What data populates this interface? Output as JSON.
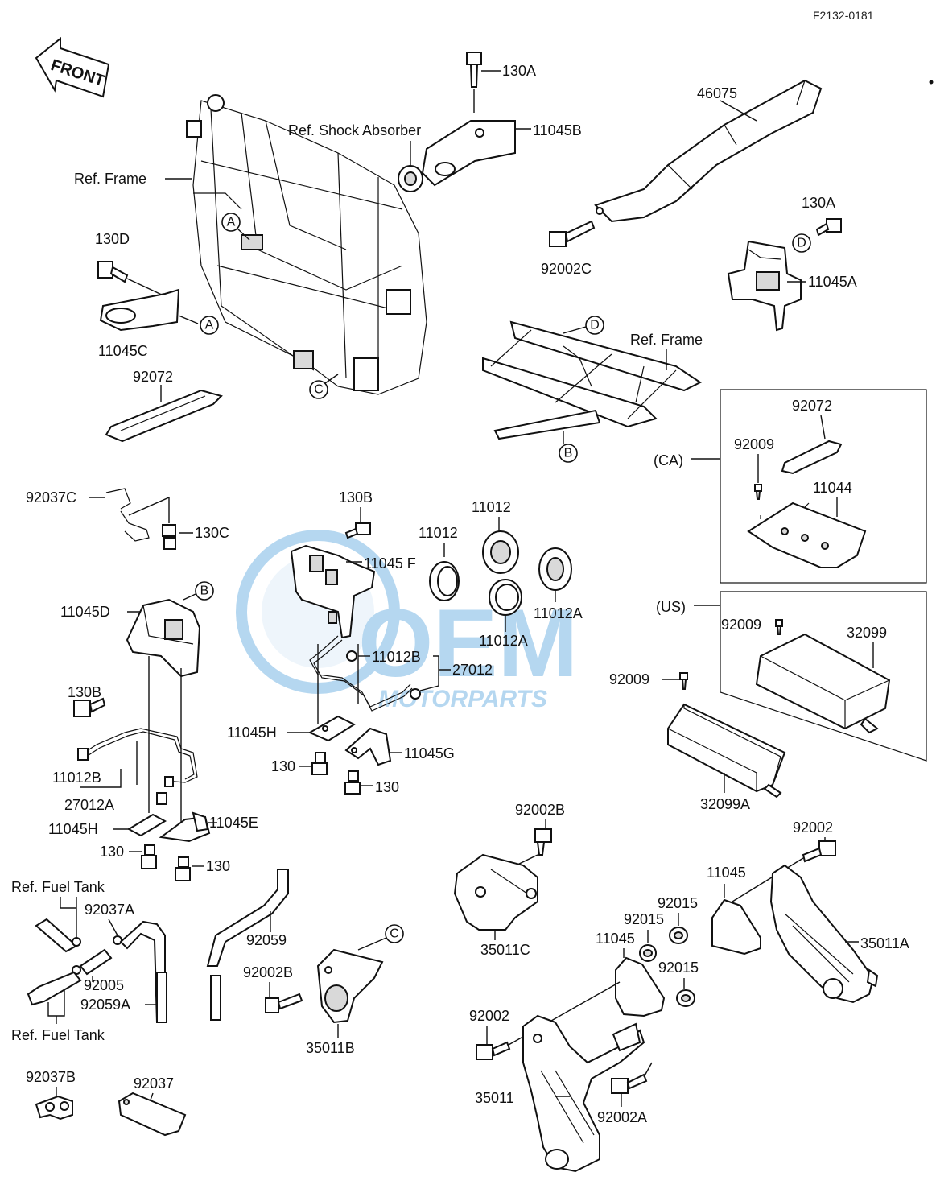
{
  "diagram_code": "F2132-0181",
  "front_arrow": "FRONT",
  "labels": {
    "l130A_top": "130A",
    "ref_shock": "Ref. Shock Absorber",
    "l11045B": "11045B",
    "l46075": "46075",
    "ref_frame_1": "Ref. Frame",
    "l130D": "130D",
    "l11045C": "11045C",
    "l92072_a": "92072",
    "l92002C": "92002C",
    "l130A_r": "130A",
    "l11045A": "11045A",
    "ref_frame_2": "Ref. Frame",
    "l92072_b": "92072",
    "l92009_ca": "92009",
    "ca": "(CA)",
    "l11044": "11044",
    "l92037C": "92037C",
    "l130C": "130C",
    "l130B_top": "130B",
    "l11012_l": "11012",
    "l11012_r": "11012",
    "l11045F": "11045 F",
    "l11012A_r": "11012A",
    "l11012A_b": "11012A",
    "us": "(US)",
    "l92009_us": "92009",
    "l32099": "32099",
    "l11045D": "11045D",
    "l130B_l": "130B",
    "l11012B_m": "11012B",
    "l27012_m": "27012",
    "l92009_m": "92009",
    "l11045H_m": "11045H",
    "l11045G": "11045G",
    "l130_m1": "130",
    "l130_m2": "130",
    "l32099A": "32099A",
    "l11012B_l": "11012B",
    "l27012A": "27012A",
    "l11045H_l": "11045H",
    "l11045E": "11045E",
    "l130_l1": "130",
    "l130_l2": "130",
    "l92002B_t": "92002B",
    "l92002_r": "92002",
    "ref_fuel_1": "Ref. Fuel Tank",
    "l92037A": "92037A",
    "l92059": "92059",
    "l11045_r": "11045",
    "l92015_a": "92015",
    "l92015_b": "92015",
    "l35011C": "35011C",
    "l11045_m": "11045",
    "l92015_c": "92015",
    "l35011A": "35011A",
    "l92005": "92005",
    "l92059A": "92059A",
    "l92002B_b": "92002B",
    "ref_fuel_2": "Ref. Fuel Tank",
    "l35011B": "35011B",
    "l92002_l": "92002",
    "l92037B": "92037B",
    "l92037": "92037",
    "l35011": "35011",
    "l92002A": "92002A"
  },
  "callouts": {
    "A": "A",
    "B": "B",
    "C": "C",
    "D": "D"
  },
  "watermark": {
    "brand": "OEM",
    "sub": "MOTORPARTS"
  }
}
